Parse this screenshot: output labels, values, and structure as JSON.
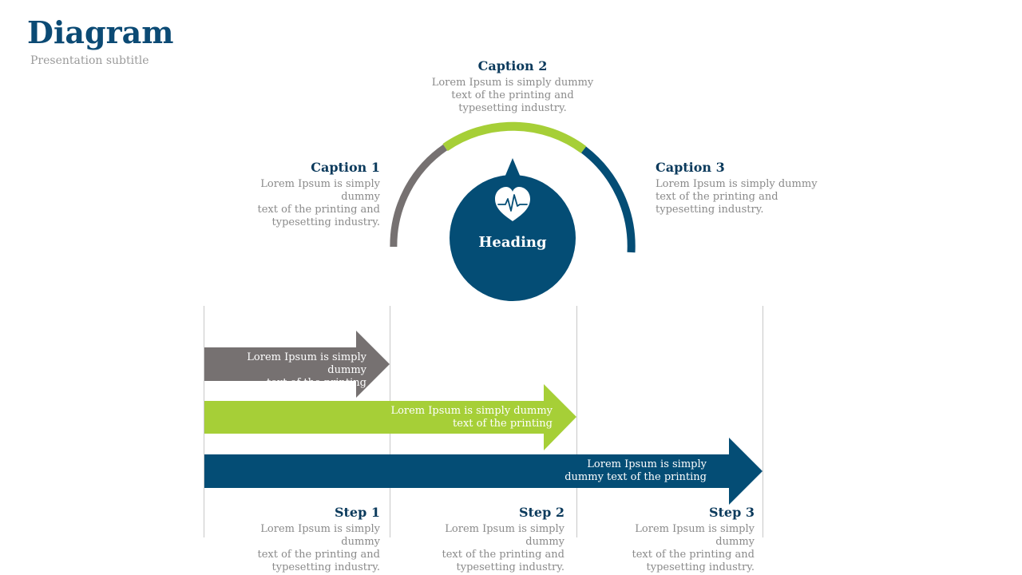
{
  "header": {
    "title": "Diagram",
    "subtitle": "Presentation subtitle"
  },
  "center": {
    "heading": "Heading",
    "icon": "heart-pulse-icon"
  },
  "captions": [
    {
      "title": "Caption 1",
      "text_lines": [
        "Lorem Ipsum is simply dummy",
        "text of the printing  and",
        "typesetting  industry."
      ]
    },
    {
      "title": "Caption 2",
      "text_lines": [
        "Lorem Ipsum is simply dummy",
        "text of the printing  and",
        "typesetting  industry."
      ]
    },
    {
      "title": "Caption 3",
      "text_lines": [
        "Lorem Ipsum is simply dummy",
        "text of the printing  and",
        "typesetting  industry."
      ]
    }
  ],
  "arrows": [
    {
      "text_lines": [
        "Lorem Ipsum is simply dummy",
        "text of the printing"
      ]
    },
    {
      "text_lines": [
        "Lorem Ipsum is simply dummy",
        "text of the printing"
      ]
    },
    {
      "text_lines": [
        "Lorem Ipsum is simply",
        "dummy text of the printing"
      ]
    }
  ],
  "steps": [
    {
      "title": "Step 1",
      "text_lines": [
        "Lorem Ipsum is simply dummy",
        "text of the printing  and",
        "typesetting  industry."
      ]
    },
    {
      "title": "Step 2",
      "text_lines": [
        "Lorem Ipsum is simply dummy",
        "text of the printing  and",
        "typesetting  industry."
      ]
    },
    {
      "title": "Step 3",
      "text_lines": [
        "Lorem Ipsum is simply dummy",
        "text of the printing  and",
        "typesetting  industry."
      ]
    }
  ],
  "colors": {
    "navy": "#044d75",
    "green": "#a6cf37",
    "gray": "#767171",
    "title_blue": "#0b4a74",
    "caption_dark": "#0b3a5c",
    "text_gray": "#8a8a8a"
  }
}
